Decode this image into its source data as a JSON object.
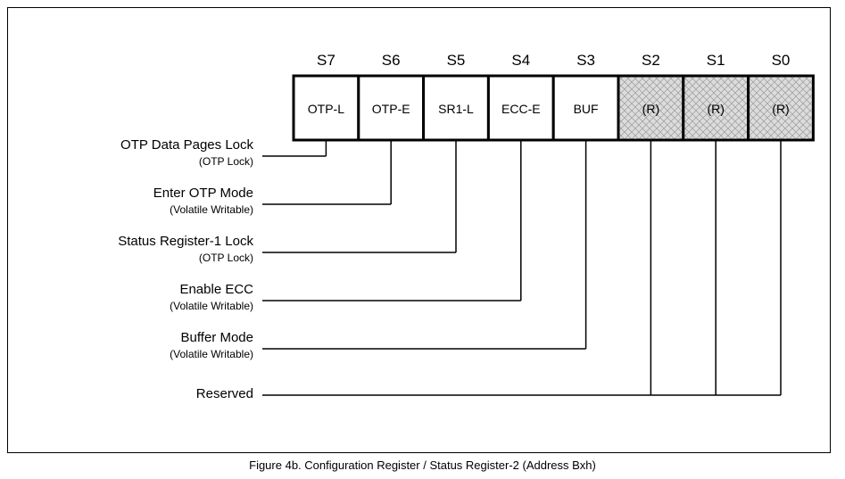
{
  "caption": "Figure 4b. Configuration Register / Status Register-2 (Address Bxh)",
  "colors": {
    "line": "#000000",
    "reserved_fill": "#dcdcdc",
    "hatch": "#9a9a9a"
  },
  "bits": [
    {
      "id": "S7",
      "label": "OTP-L",
      "reserved": false
    },
    {
      "id": "S6",
      "label": "OTP-E",
      "reserved": false
    },
    {
      "id": "S5",
      "label": "SR1-L",
      "reserved": false
    },
    {
      "id": "S4",
      "label": "ECC-E",
      "reserved": false
    },
    {
      "id": "S3",
      "label": "BUF",
      "reserved": false
    },
    {
      "id": "S2",
      "label": "(R)",
      "reserved": true
    },
    {
      "id": "S1",
      "label": "(R)",
      "reserved": true
    },
    {
      "id": "S0",
      "label": "(R)",
      "reserved": true
    }
  ],
  "descriptions": [
    {
      "name": "OTP Data Pages Lock",
      "sub": "(OTP Lock)",
      "bits": [
        "S7"
      ]
    },
    {
      "name": "Enter OTP Mode",
      "sub": "(Volatile Writable)",
      "bits": [
        "S6"
      ]
    },
    {
      "name": "Status Register-1 Lock",
      "sub": "(OTP Lock)",
      "bits": [
        "S5"
      ]
    },
    {
      "name": "Enable ECC",
      "sub": "(Volatile Writable)",
      "bits": [
        "S4"
      ]
    },
    {
      "name": "Buffer Mode",
      "sub": "(Volatile Writable)",
      "bits": [
        "S3"
      ]
    },
    {
      "name": "Reserved",
      "sub": "",
      "bits": [
        "S2",
        "S1",
        "S0"
      ]
    }
  ]
}
